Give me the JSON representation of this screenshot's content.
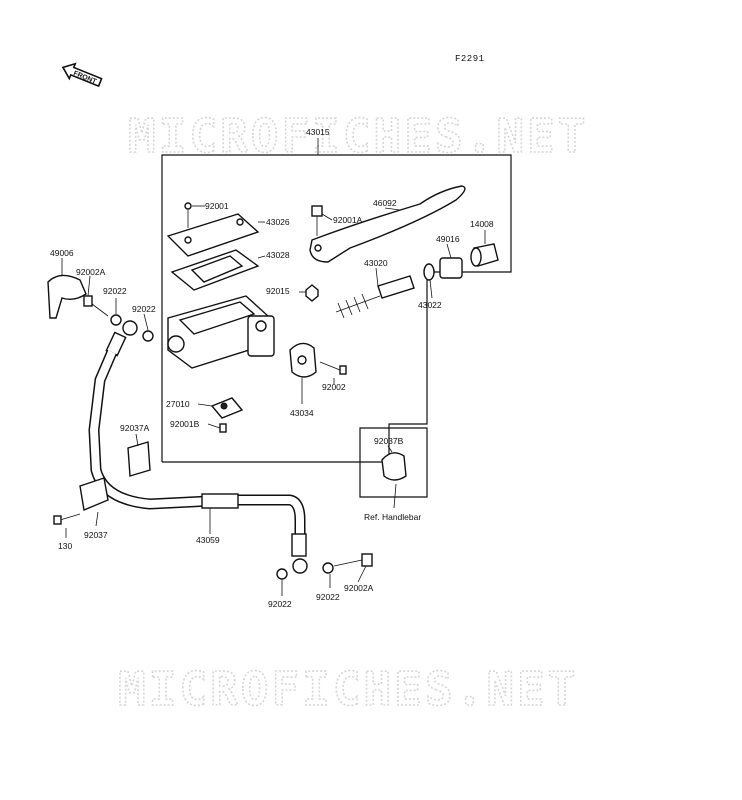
{
  "diagram_code": "F2291",
  "front_marker": "FRONT",
  "watermark": "MICROFICHES.NET",
  "assembly_label": "43015",
  "reference_note": "Ref. Handlebar",
  "labels": {
    "p92001": "92001",
    "p43026": "43026",
    "p43028": "43028",
    "p92001A": "92001A",
    "p46092": "46092",
    "p14008": "14008",
    "p49016": "49016",
    "p43020": "43020",
    "p92015": "92015",
    "p43022": "43022",
    "p49006": "49006",
    "p92002A_top": "92002A",
    "p92022_a": "92022",
    "p92022_b": "92022",
    "p92002_mid": "92002",
    "p43034": "43034",
    "p27010": "27010",
    "p92001B": "92001B",
    "p92037A": "92037A",
    "p92037B": "92037B",
    "p92037": "92037",
    "p130": "130",
    "p43059": "43059",
    "p92022_c": "92022",
    "p92022_d": "92022",
    "p92002A_bot": "92002A"
  }
}
